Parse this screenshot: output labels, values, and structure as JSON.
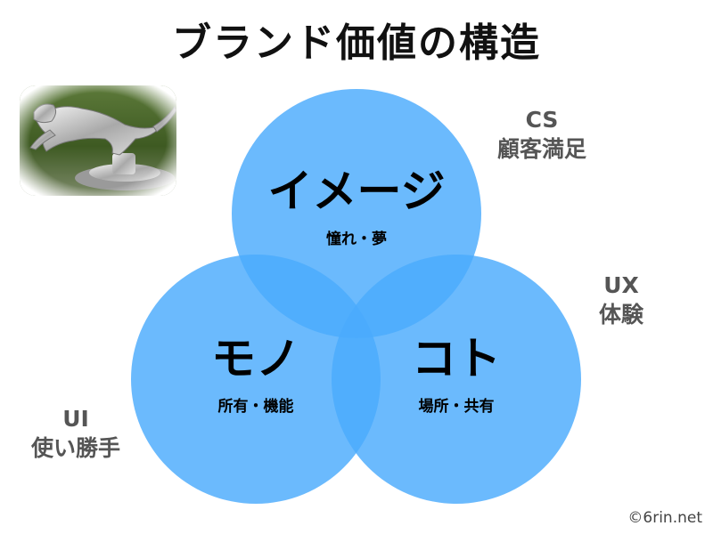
{
  "title": "ブランド価値の構造",
  "circles": [
    {
      "key": "image",
      "label": "イメージ",
      "sub": "憧れ・夢"
    },
    {
      "key": "mono",
      "label": "モノ",
      "sub": "所有・機能"
    },
    {
      "key": "koto",
      "label": "コト",
      "sub": "場所・共有"
    }
  ],
  "side_labels": {
    "cs": {
      "abbr": "CS",
      "text": "顧客満足"
    },
    "ux": {
      "abbr": "UX",
      "text": "体験"
    },
    "ui": {
      "abbr": "UI",
      "text": "使い勝手"
    }
  },
  "credit": "©6rin.net",
  "colors": {
    "circle_fill": "#4aabfc",
    "circle_opacity": 0.82,
    "title": "#111111",
    "side_text": "#555555"
  },
  "photo_icon": "jaguar-hood-ornament-image"
}
